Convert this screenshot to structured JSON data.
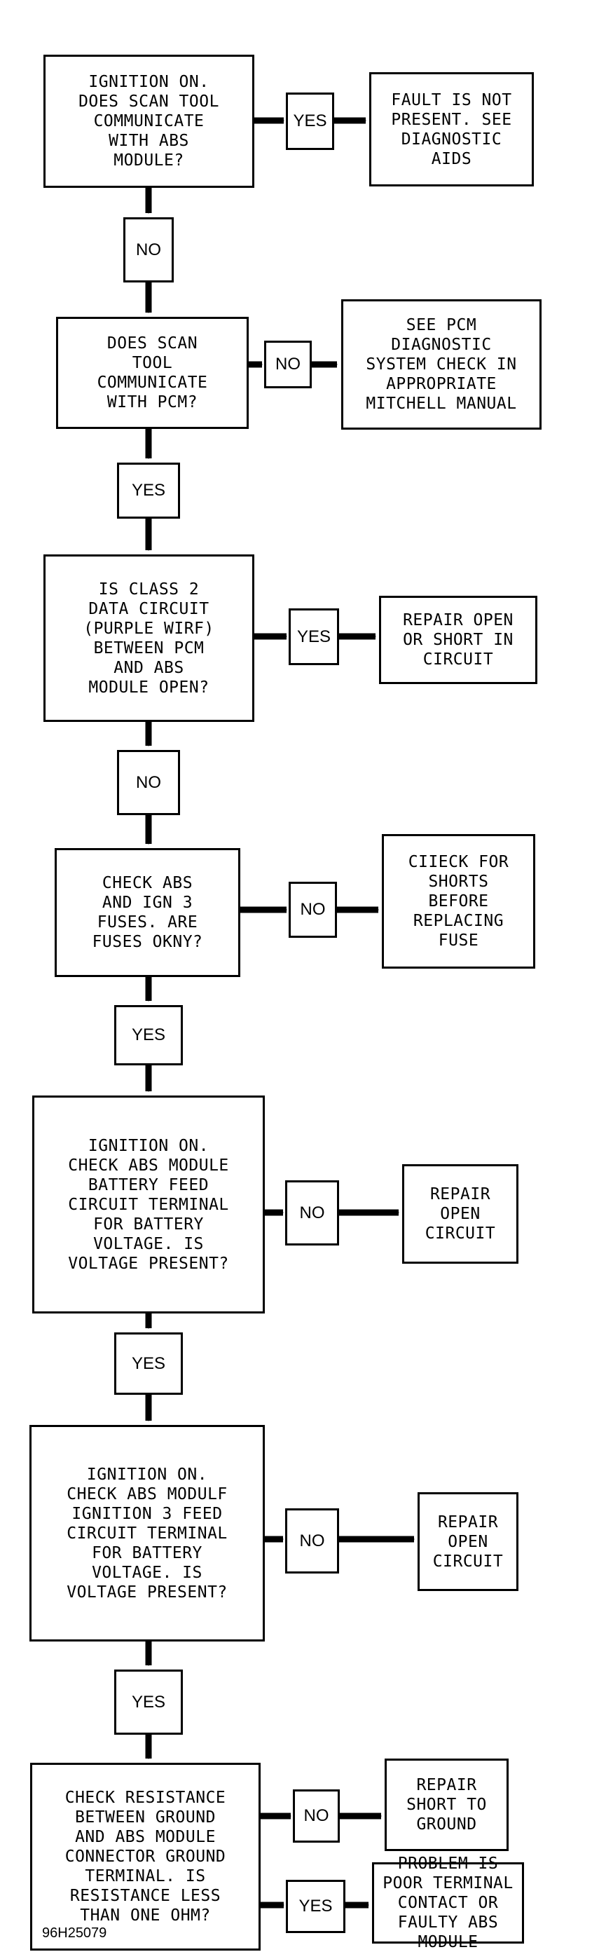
{
  "steps": [
    {
      "question": "IGNITION ON.\nDOES SCAN TOOL\nCOMMUNICATE\nWITH ABS\nMODULE?",
      "branch_label": "YES",
      "result": "FAULT IS NOT\nPRESENT. SEE\nDIAGNOSTIC\nAIDS",
      "next_label": "NO"
    },
    {
      "question": "DOES SCAN\nTOOL\nCOMMUNICATE\nWITH PCM?",
      "branch_label": "NO",
      "result": "SEE PCM\nDIAGNOSTIC\nSYSTEM CHECK IN\nAPPROPRIATE\nMITCHELL MANUAL",
      "next_label": "YES"
    },
    {
      "question": "IS CLASS 2\nDATA CIRCUIT\n(PURPLE WIRF)\nBETWEEN PCM\nAND ABS\nMODULE OPEN?",
      "branch_label": "YES",
      "result": "REPAIR OPEN\nOR SHORT IN\nCIRCUIT",
      "next_label": "NO"
    },
    {
      "question": "CHECK ABS\nAND IGN 3\nFUSES. ARE\nFUSES OKNY?",
      "branch_label": "NO",
      "result": "CIIECK FOR\nSHORTS\nBEFORE\nREPLACING\nFUSE",
      "next_label": "YES"
    },
    {
      "question": "IGNITION ON.\nCHECK ABS MODULE\nBATTERY FEED\nCIRCUIT TERMINAL\nFOR BATTERY\nVOLTAGE. IS\nVOLTAGE PRESENT?",
      "branch_label": "NO",
      "result": "REPAIR\nOPEN\nCIRCUIT",
      "next_label": "YES"
    },
    {
      "question": "IGNITION ON.\nCHECK ABS MODULF\nIGNITION 3 FEED\nCIRCUIT TERMINAL\nFOR BATTERY\nVOLTAGE. IS\nVOLTAGE PRESENT?",
      "branch_label": "NO",
      "result": "REPAIR\nOPEN\nCIRCUIT",
      "next_label": "YES"
    },
    {
      "question": "CHECK RESISTANCE\nBETWEEN GROUND\nAND ABS MODULE\nCONNECTOR GROUND\nTERMINAL. IS\nRESISTANCE LESS\nTHAN ONE OHM?",
      "branch_label": "NO",
      "result": "REPAIR\nSHORT TO\nGROUND",
      "branch2_label": "YES",
      "result2": "PROBLEM IS\nPOOR TERMINAL\nCONTACT OR\nFAULTY ABS\nMODULE"
    }
  ],
  "figure_ref": "96H25079"
}
